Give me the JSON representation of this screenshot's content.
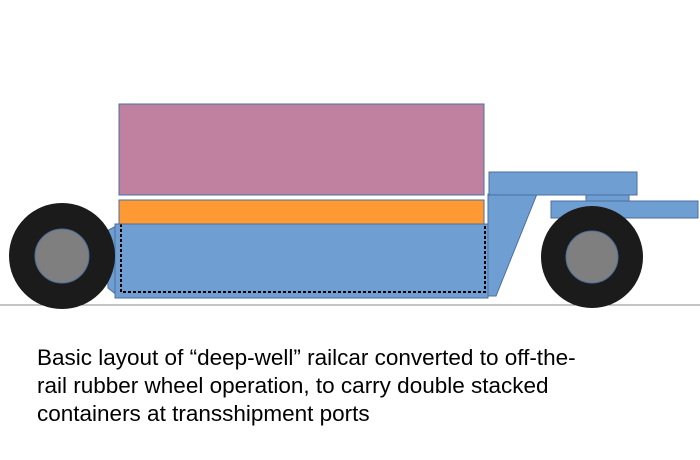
{
  "caption": "Basic layout of “deep-well” railcar converted to off-the-\nrail rubber wheel operation, to carry double stacked\ncontainers at transshipment ports",
  "colors": {
    "upper_container": "#c0809f",
    "lower_container": "#ff9933",
    "car_body": "#6f9fd2",
    "outline": "#4b6f9e",
    "tire": "#1b1b1b",
    "hub": "#7f7f7f",
    "well_outline": "#000000",
    "ground_line": "#8a8a8a"
  },
  "components": {
    "upper_container": "container (upper)",
    "lower_container": "container (lower)",
    "well_car": "deep-well car body",
    "gooseneck": "gooseneck",
    "fifth_wheel": "fifth wheel coupler",
    "front_wheel": "front wheel",
    "rear_wheel": "rear wheel",
    "ground": "ground line"
  }
}
